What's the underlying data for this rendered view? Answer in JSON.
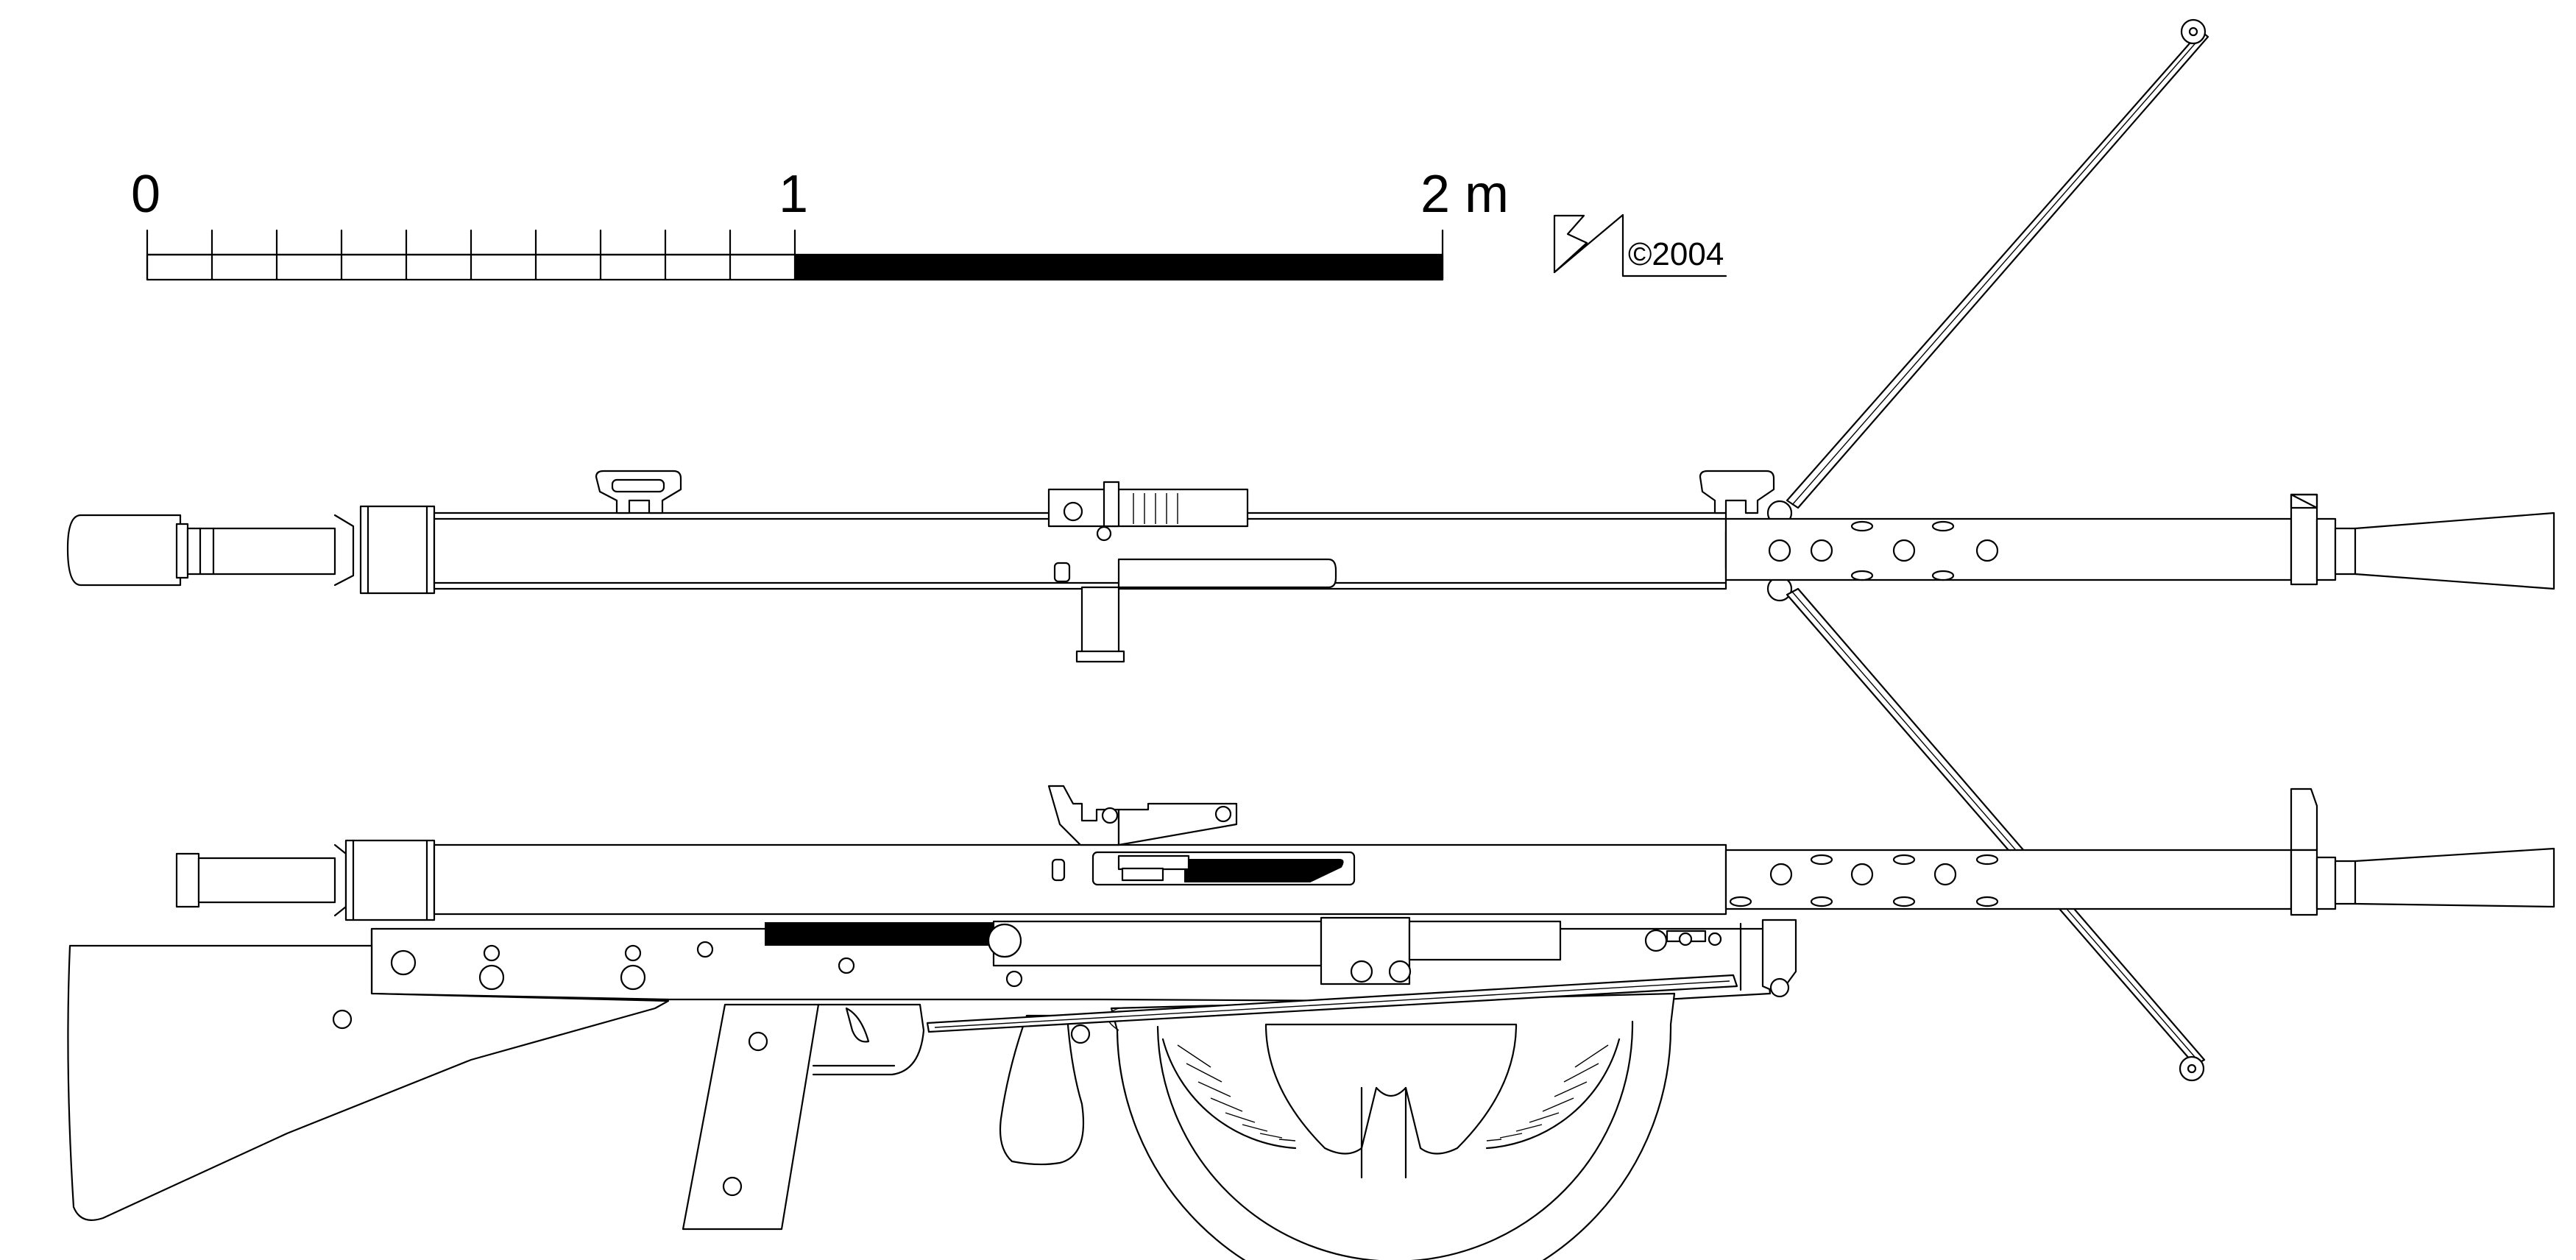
{
  "scale_bar": {
    "labels": [
      "0",
      "1",
      "2 m"
    ]
  },
  "signature": {
    "copyright": "©2004"
  }
}
